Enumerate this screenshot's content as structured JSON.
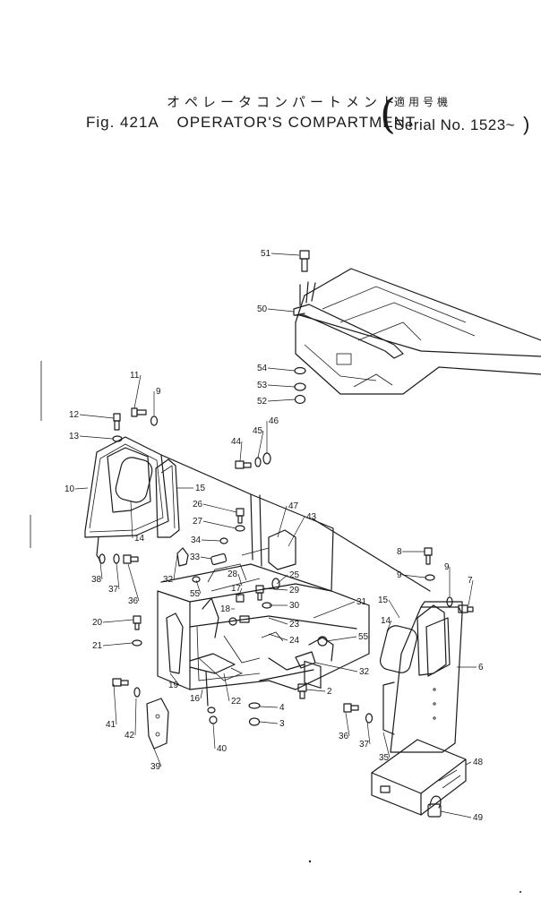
{
  "title": {
    "fig_number": "Fig. 421A",
    "japanese": "オペレータコンパートメント",
    "english": "OPERATOR'S COMPARTMENT",
    "serial_japanese": "適用号機",
    "serial_english": "Serial No. 1523~"
  },
  "callouts": [
    {
      "label": "51"
    },
    {
      "label": "50"
    },
    {
      "label": "54"
    },
    {
      "label": "53"
    },
    {
      "label": "52"
    },
    {
      "label": "11"
    },
    {
      "label": "9"
    },
    {
      "label": "12"
    },
    {
      "label": "13"
    },
    {
      "label": "10"
    },
    {
      "label": "14"
    },
    {
      "label": "15"
    },
    {
      "label": "38"
    },
    {
      "label": "37"
    },
    {
      "label": "36"
    },
    {
      "label": "44"
    },
    {
      "label": "45"
    },
    {
      "label": "46"
    },
    {
      "label": "26"
    },
    {
      "label": "27"
    },
    {
      "label": "34"
    },
    {
      "label": "33"
    },
    {
      "label": "47"
    },
    {
      "label": "43"
    },
    {
      "label": "32"
    },
    {
      "label": "55"
    },
    {
      "label": "25"
    },
    {
      "label": "28"
    },
    {
      "label": "17"
    },
    {
      "label": "29"
    },
    {
      "label": "30"
    },
    {
      "label": "18"
    },
    {
      "label": "31"
    },
    {
      "label": "23"
    },
    {
      "label": "24"
    },
    {
      "label": "20"
    },
    {
      "label": "21"
    },
    {
      "label": "55"
    },
    {
      "label": "19"
    },
    {
      "label": "22"
    },
    {
      "label": "32"
    },
    {
      "label": "16"
    },
    {
      "label": "2"
    },
    {
      "label": "4"
    },
    {
      "label": "3"
    },
    {
      "label": "41"
    },
    {
      "label": "42"
    },
    {
      "label": "39"
    },
    {
      "label": "40"
    },
    {
      "label": "8"
    },
    {
      "label": "9"
    },
    {
      "label": "9"
    },
    {
      "label": "7"
    },
    {
      "label": "15"
    },
    {
      "label": "14"
    },
    {
      "label": "6"
    },
    {
      "label": "36"
    },
    {
      "label": "37"
    },
    {
      "label": "35"
    },
    {
      "label": "48"
    },
    {
      "label": "49"
    }
  ]
}
